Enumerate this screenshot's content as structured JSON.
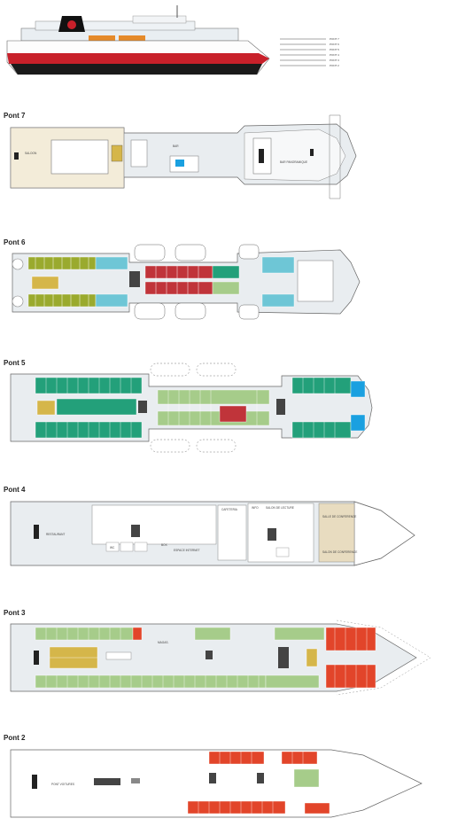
{
  "colors": {
    "hull_red": "#c8202a",
    "floor_grey": "#e8ecef",
    "floor_cream": "#f3ecd9",
    "cabin_green": "#23a07a",
    "cabin_light_green": "#a6cc8a",
    "cabin_olive": "#9aaa2e",
    "cabin_red": "#c0343a",
    "cabin_orange": "#e2452a",
    "cabin_blue": "#6ec6d6",
    "cabin_yellow": "#d5b64a",
    "cabin_bright_blue": "#1aa0e0",
    "outline": "#555555",
    "beige_room": "#e8dcc0"
  },
  "decks": [
    {
      "id": "7",
      "label": "Pont 7",
      "rooms": [
        "SALOON",
        "BAR",
        "BAR PANORAMIQUE"
      ]
    },
    {
      "id": "6",
      "label": "Pont 6",
      "rooms": []
    },
    {
      "id": "5",
      "label": "Pont 5",
      "rooms": []
    },
    {
      "id": "4",
      "label": "Pont 4",
      "rooms": [
        "RESTAURANT",
        "CAFETERIA",
        "INFO",
        "SALON DE LECTURE",
        "SALLE DE CONFERENCE",
        "SALON DE CONFERENCE",
        "WC",
        "BOX",
        "ESPACE INTERNET"
      ]
    },
    {
      "id": "3",
      "label": "Pont 3",
      "rooms": [
        "MAGAS."
      ]
    },
    {
      "id": "2",
      "label": "Pont 2",
      "rooms": [
        "PONT VOITURES"
      ]
    }
  ],
  "legend": [
    "PONT 7",
    "PONT 6",
    "PONT 5",
    "PONT 4",
    "PONT 3",
    "PONT 2"
  ]
}
